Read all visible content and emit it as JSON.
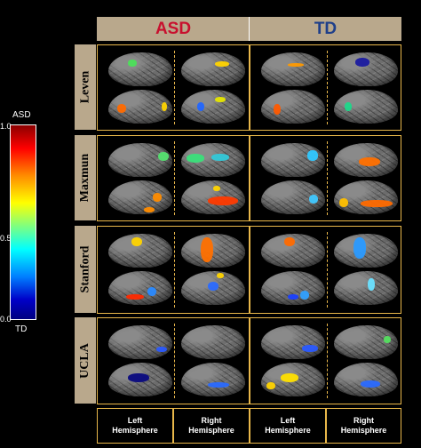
{
  "headers": {
    "asd": "ASD",
    "td": "TD"
  },
  "rows": [
    "Leven",
    "Maxmun",
    "Stanford",
    "UCLA"
  ],
  "colorbar": {
    "top_label": "ASD",
    "bottom_label": "TD",
    "tick_max": "1.0",
    "tick_mid": "0.5",
    "tick_min": "0.0"
  },
  "footer": {
    "left_line1": "Left",
    "left_line2": "Hemisphere",
    "right_line1": "Right",
    "right_line2": "Hemisphere"
  },
  "colors": {
    "asd_title": "#c8102e",
    "td_title": "#1f3f8a",
    "panel_border": "#e8b74a",
    "header_bg": "#b9a88c"
  }
}
